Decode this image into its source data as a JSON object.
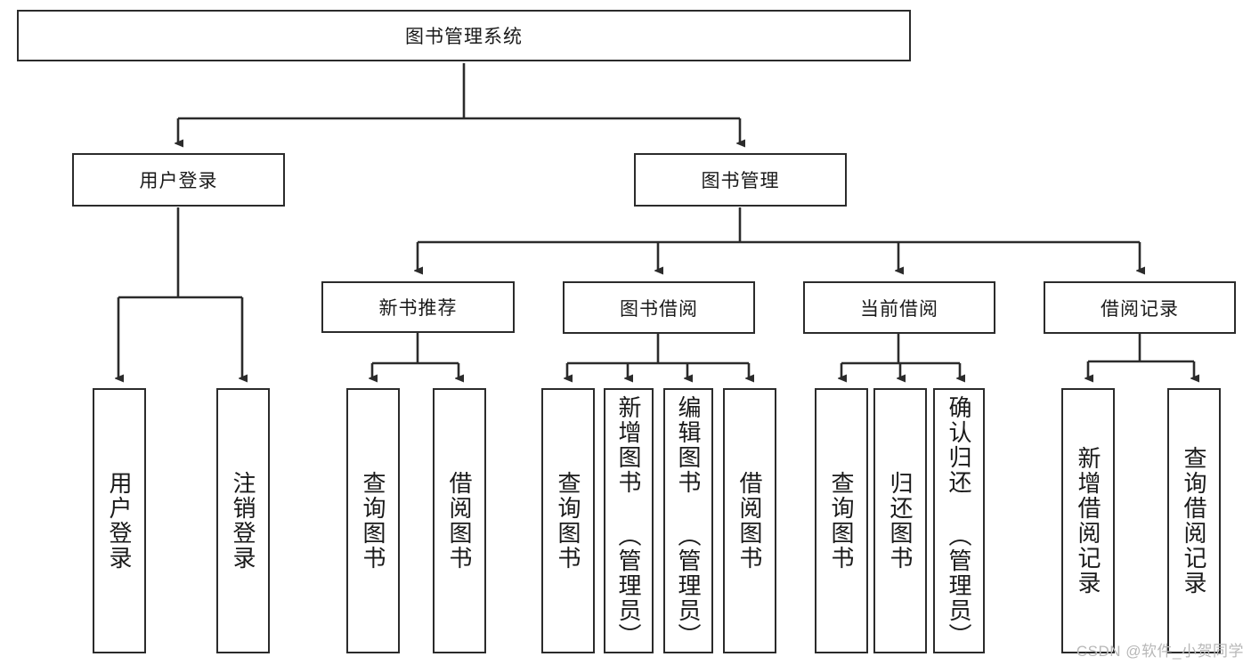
{
  "diagram": {
    "type": "tree-hierarchy-chart",
    "title": "图书管理系统",
    "root": {
      "id": "root",
      "label": "图书管理系统",
      "orientation": "horizontal"
    },
    "level1": [
      {
        "id": "user-login",
        "label": "用户登录",
        "orientation": "horizontal"
      },
      {
        "id": "book-management",
        "label": "图书管理",
        "orientation": "horizontal"
      }
    ],
    "level2": [
      {
        "id": "new-book-recommend",
        "label": "新书推荐",
        "orientation": "horizontal",
        "parent": "book-management"
      },
      {
        "id": "book-borrow",
        "label": "图书借阅",
        "orientation": "horizontal",
        "parent": "book-management"
      },
      {
        "id": "current-borrow",
        "label": "当前借阅",
        "orientation": "horizontal",
        "parent": "book-management"
      },
      {
        "id": "borrow-record",
        "label": "借阅记录",
        "orientation": "horizontal",
        "parent": "book-management"
      }
    ],
    "leaves": [
      {
        "id": "leaf-user-login",
        "label": "用户登录",
        "parent": "user-login",
        "orientation": "vertical"
      },
      {
        "id": "leaf-logout-login",
        "label": "注销登录",
        "parent": "user-login",
        "orientation": "vertical"
      },
      {
        "id": "leaf-query-book-1",
        "label": "查询图书",
        "parent": "new-book-recommend",
        "orientation": "vertical"
      },
      {
        "id": "leaf-borrow-book-1",
        "label": "借阅图书",
        "parent": "new-book-recommend",
        "orientation": "vertical"
      },
      {
        "id": "leaf-query-book-2",
        "label": "查询图书",
        "parent": "book-borrow",
        "orientation": "vertical"
      },
      {
        "id": "leaf-add-book",
        "label": "新增图书 （管理员）",
        "parent": "book-borrow",
        "orientation": "vertical"
      },
      {
        "id": "leaf-edit-book",
        "label": "编辑图书 （管理员）",
        "parent": "book-borrow",
        "orientation": "vertical"
      },
      {
        "id": "leaf-borrow-book-2",
        "label": "借阅图书",
        "parent": "book-borrow",
        "orientation": "vertical"
      },
      {
        "id": "leaf-query-book-3",
        "label": "查询图书",
        "parent": "current-borrow",
        "orientation": "vertical"
      },
      {
        "id": "leaf-return-book",
        "label": "归还图书",
        "parent": "current-borrow",
        "orientation": "vertical"
      },
      {
        "id": "leaf-confirm-return",
        "label": "确认归还 （管理员）",
        "parent": "current-borrow",
        "orientation": "vertical"
      },
      {
        "id": "leaf-add-record",
        "label": "新增借阅记录",
        "parent": "borrow-record",
        "orientation": "vertical"
      },
      {
        "id": "leaf-query-record",
        "label": "查询借阅记录",
        "parent": "borrow-record",
        "orientation": "vertical"
      }
    ],
    "colors": {
      "background": "#ffffff",
      "box_border": "#2b2b2b",
      "box_fill": "#ffffff",
      "text": "#1a1a1a",
      "connector": "#2b2b2b",
      "watermark": "#b8b8b8"
    }
  },
  "watermark": {
    "text": "CSDN @软件_小贺同学"
  }
}
